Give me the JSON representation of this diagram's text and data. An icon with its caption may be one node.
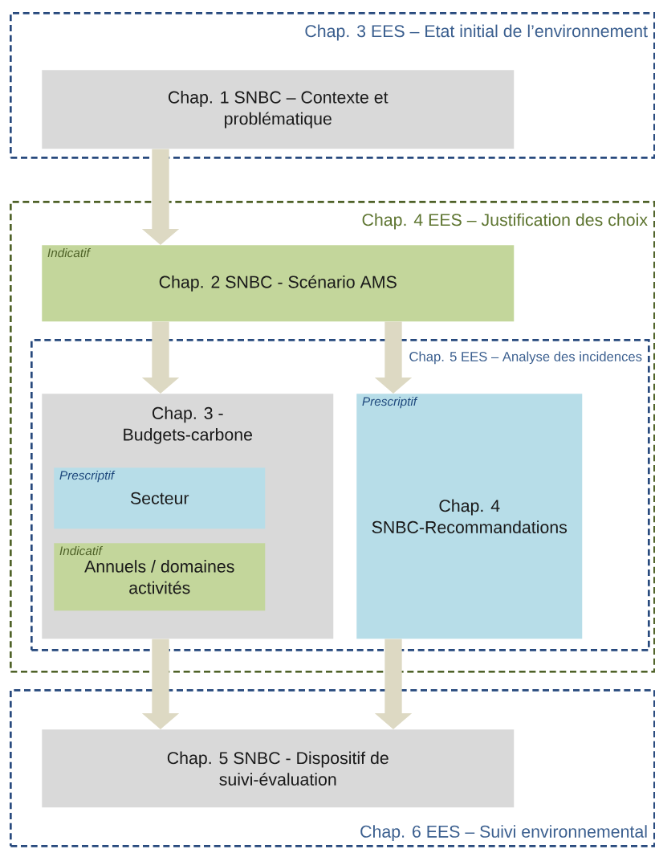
{
  "diagram": {
    "nodes": [
      {
        "text": [
          "Chap. 3 EES – Etat initial de l’environnement"
        ]
      },
      {
        "text": [
          "Chap. 1 SNBC – Contexte et problématique"
        ],
        "in": 0
      },
      {
        "text": [
          "Chap. 4 EES – Justification des choix"
        ]
      },
      {
        "text": [
          "Indicatif",
          "Chap. 2 SNBC - Scénario AMS"
        ],
        "in": 2
      },
      {
        "text": [
          "Chap. 5 EES – Analyse des incidences"
        ],
        "in": 2
      },
      {
        "text": [
          "Chap. 3 - Budgets-carbone"
        ],
        "in": 4
      },
      {
        "text": [
          "Prescriptif",
          "Secteur"
        ],
        "in": 5
      },
      {
        "text": [
          "Indicatif",
          "Annuels / domaines activités"
        ],
        "in": 5
      },
      {
        "text": [
          "Prescriptif",
          "Chap. 4 SNBC-Recommandations"
        ],
        "in": 4
      },
      {
        "text": [
          "Chap. 6 EES – Suivi environnemental"
        ]
      },
      {
        "text": [
          "Chap. 5 SNBC - Dispositif de suivi-évaluation"
        ],
        "in": 9
      }
    ],
    "edges": [
      {
        "from": 1,
        "to": 3,
        "arrow": "to"
      },
      {
        "from": 3,
        "to": 5,
        "arrow": "to"
      },
      {
        "from": 3,
        "to": 8,
        "arrow": "to"
      },
      {
        "from": 5,
        "to": 10,
        "arrow": "to"
      },
      {
        "from": 8,
        "to": 10,
        "arrow": "to"
      }
    ]
  }
}
